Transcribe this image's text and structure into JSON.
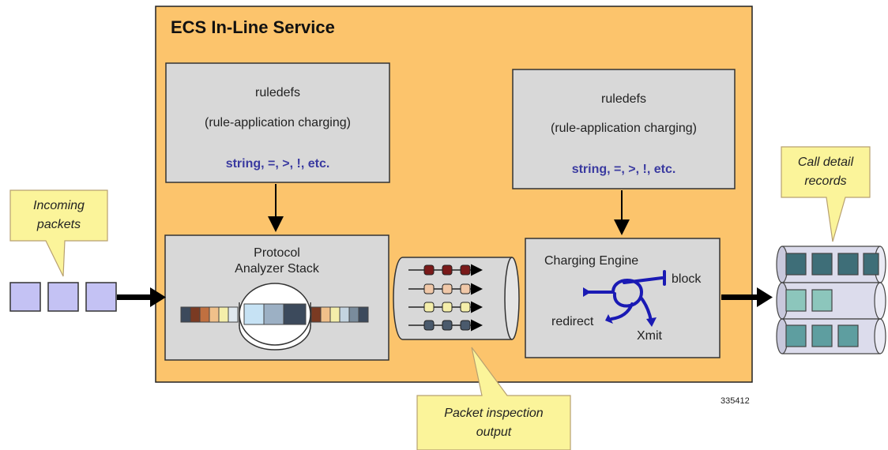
{
  "service": {
    "title": "ECS In-Line Service"
  },
  "ruledefs_left": {
    "title": "ruledefs",
    "subtitle": "(rule-application charging)",
    "operators": "string, =, >, !, etc."
  },
  "ruledefs_right": {
    "title": "ruledefs",
    "subtitle": "(rule-application charging)",
    "operators": "string, =, >, !, etc."
  },
  "protocol_analyzer": {
    "line1": "Protocol",
    "line2": "Analyzer Stack"
  },
  "charging_engine": {
    "title": "Charging Engine",
    "block": "block",
    "redirect": "redirect",
    "xmit": "Xmit"
  },
  "callouts": {
    "incoming": {
      "line1": "Incoming",
      "line2": "packets"
    },
    "cdr": {
      "line1": "Call detail",
      "line2": "records"
    },
    "inspection": {
      "line1": "Packet inspection",
      "line2": "output"
    }
  },
  "figure_id": "335412",
  "colors": {
    "service_fill": "#fcc46c",
    "box_fill": "#d8d8d8",
    "callout_fill": "#fbf49a",
    "packet_fill": "#c4c2f4",
    "engine_blue": "#1a1ab4",
    "operators_text": "#3a3aa0"
  }
}
